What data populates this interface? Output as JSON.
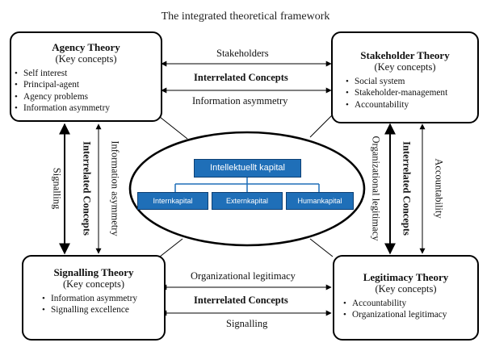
{
  "title": "The integrated theoretical framework",
  "agency": {
    "heading": "Agency Theory",
    "sub": "(Key concepts)",
    "items": [
      "Self interest",
      "Principal-agent",
      "Agency problems",
      "Information asymmetry"
    ]
  },
  "stakeholder": {
    "heading": "Stakeholder Theory",
    "sub": "(Key concepts)",
    "items": [
      "Social system",
      "Stakeholder-management",
      "Accountability"
    ]
  },
  "signalling": {
    "heading": "Signalling Theory",
    "sub": "(Key concepts)",
    "items": [
      "Information asymmetry",
      "Signalling excellence"
    ]
  },
  "legitimacy": {
    "heading": "Legitimacy Theory",
    "sub": "(Key concepts)",
    "items": [
      "Accountability",
      "Organizational legitimacy"
    ]
  },
  "links": {
    "top": {
      "upper": "Stakeholders",
      "middle": "Interrelated Concepts",
      "lower": "Information asymmetry"
    },
    "bottom": {
      "upper": "Organizational legitimacy",
      "middle": "Interrelated Concepts",
      "lower": "Signalling"
    },
    "left": {
      "outer": "Signalling",
      "middle": "Interrelated Concepts",
      "inner": "Information asymmetry"
    },
    "right": {
      "inner": "Organizational legitimacy",
      "middle": "Interrelated Concepts",
      "outer": "Accountability"
    }
  },
  "center": {
    "root": "Intellektuellt kapital",
    "children": [
      "Internkapital",
      "Externkapital",
      "Humankapital"
    ]
  }
}
